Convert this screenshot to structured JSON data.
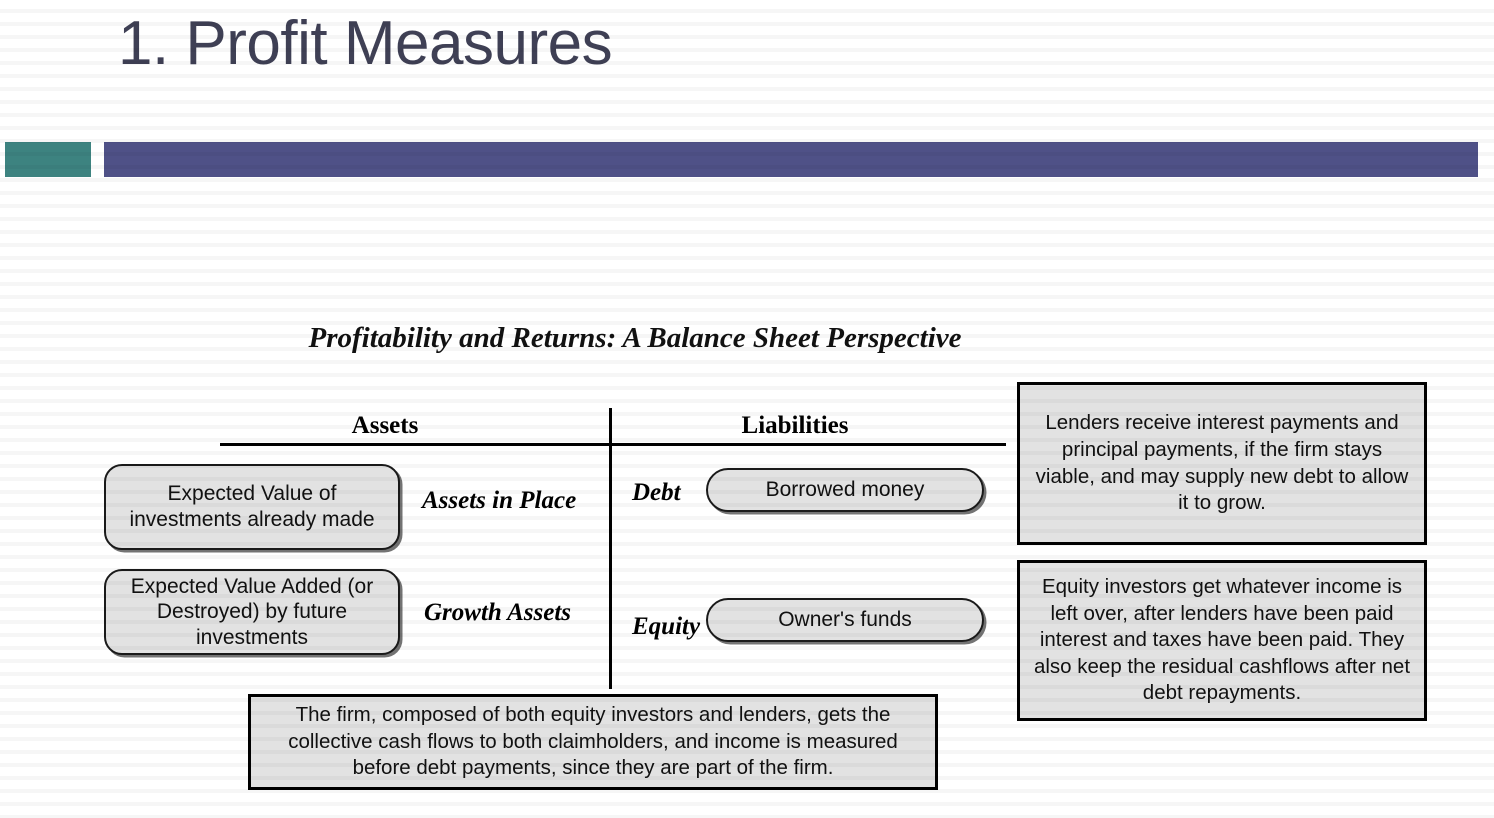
{
  "slide": {
    "title": "1. Profit Measures",
    "title_color": "#3f4055",
    "accent_teal": "#3d8380",
    "accent_purple": "#4f5187",
    "background": "#ffffff"
  },
  "diagram": {
    "title": "Profitability and Returns: A Balance Sheet Perspective",
    "columns": {
      "assets_header": "Assets",
      "liabilities_header": "Liabilities"
    },
    "assets": [
      {
        "box_text": "Expected Value of investments already made",
        "side_label": "Assets in Place"
      },
      {
        "box_text": "Expected Value Added (or Destroyed) by future investments",
        "side_label": "Growth Assets"
      }
    ],
    "liabilities": [
      {
        "side_label": "Debt",
        "box_text": "Borrowed money"
      },
      {
        "side_label": "Equity",
        "box_text": "Owner's funds"
      }
    ],
    "callouts": {
      "lenders": "Lenders receive interest payments and principal payments, if the firm stays viable, and may supply new debt to allow it to grow.",
      "equity_investors": "Equity investors get whatever income is left over, after lenders have been paid interest and taxes have been paid. They also keep the residual cashflows after net debt repayments.",
      "firm": "The firm, composed of both equity investors and lenders, gets the collective cash flows to both claimholders, and income is measured before debt payments, since they are part of the firm."
    },
    "box_fill": "#e2e2e2",
    "line_color": "#000000"
  }
}
